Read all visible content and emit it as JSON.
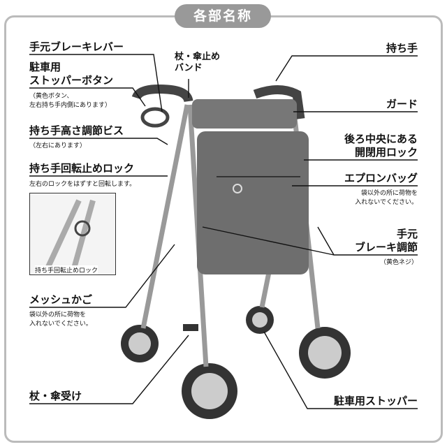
{
  "title": "各部名称",
  "labels": {
    "brake_lever": "手元ブレーキレバー",
    "parking_button_1": "駐車用",
    "parking_button_2": "ストッパーボタン",
    "parking_button_note_1": "（黄色ボタン、",
    "parking_button_note_2": "左右持ち手内側にあります）",
    "height_screw": "持ち手高さ調節ビス",
    "height_screw_note": "（左右にあります）",
    "rotation_lock": "持ち手回転止めロック",
    "rotation_lock_note": "左右のロックをはずすと回転します。",
    "inset_label": "持ち手回転止めロック",
    "mesh_basket": "メッシュかご",
    "mesh_note_1": "袋以外の所に荷物を",
    "mesh_note_2": "入れないでください。",
    "cane_holder": "杖・傘受け",
    "cane_band_1": "杖・傘止め",
    "cane_band_2": "バンド",
    "handle": "持ち手",
    "guard": "ガード",
    "rear_lock_1": "後ろ中央にある",
    "rear_lock_2": "開閉用ロック",
    "apron_bag": "エプロンバッグ",
    "apron_note_1": "袋以外の所に荷物を",
    "apron_note_2": "入れないでください。",
    "brake_adjust_1": "手元",
    "brake_adjust_2": "ブレーキ調節",
    "brake_adjust_note": "（黄色ネジ）",
    "parking_stopper": "駐車用ストッパー"
  },
  "colors": {
    "title_bg": "#999999",
    "frame": "#bbbbbb",
    "bag": "#6e6e6e",
    "frame_metal": "#dcdcdc"
  }
}
